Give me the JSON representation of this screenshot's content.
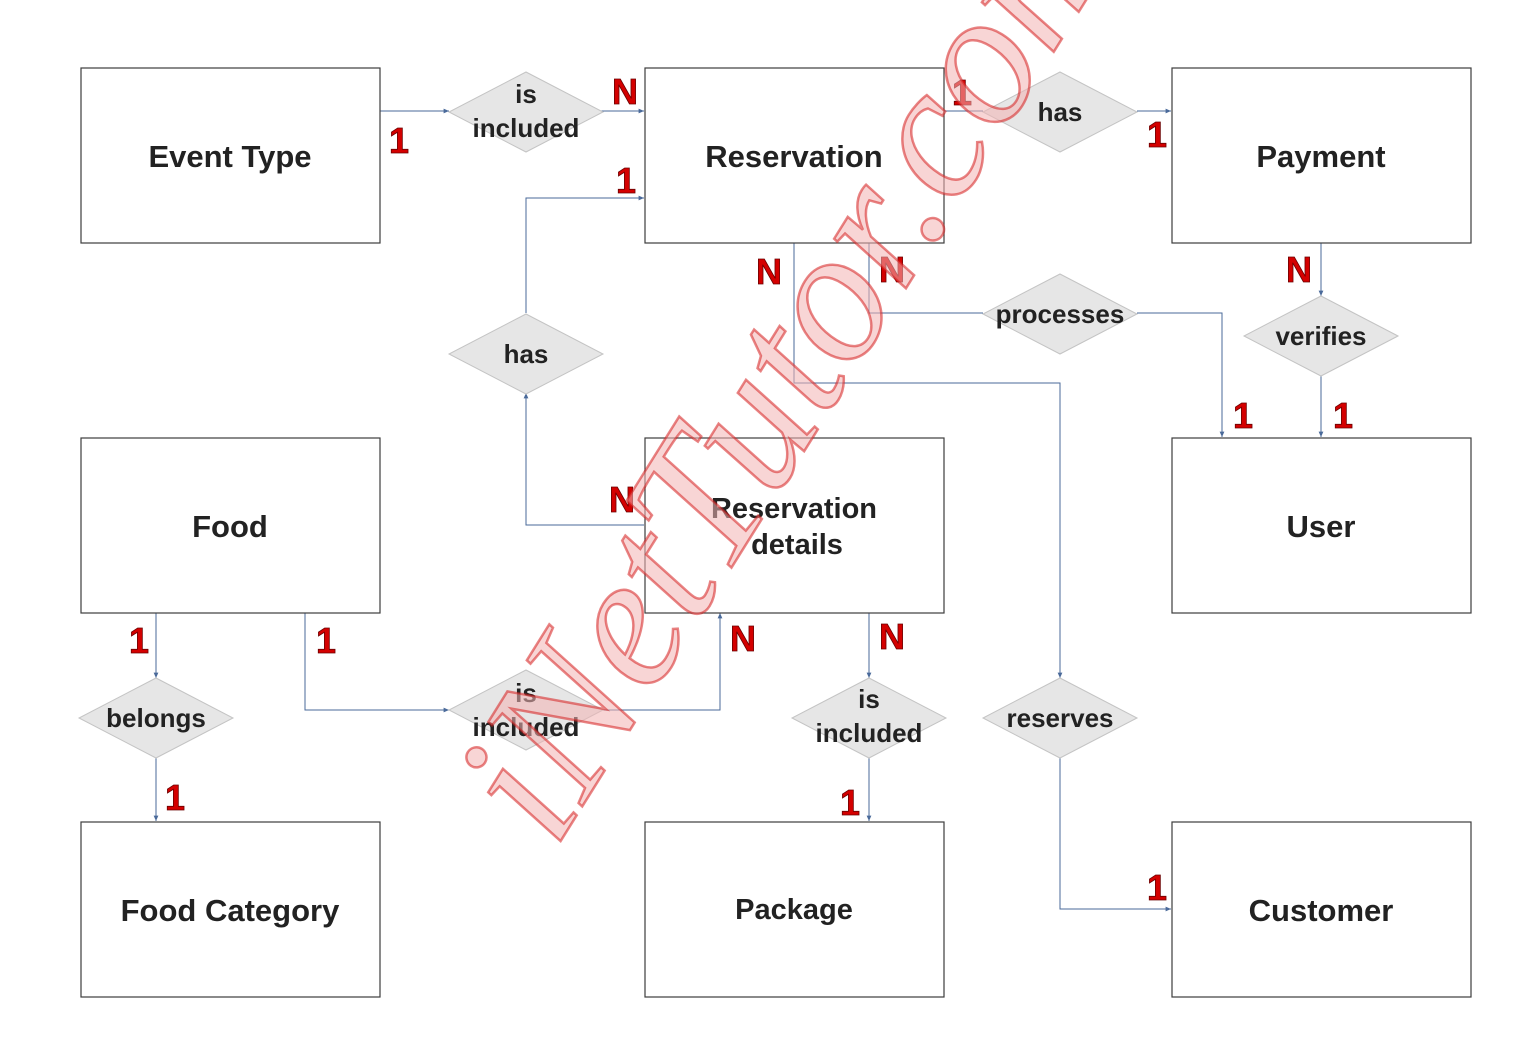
{
  "entities": {
    "event_type": "Event Type",
    "reservation": "Reservation",
    "payment": "Payment",
    "food": "Food",
    "reservation_details": [
      "Reservation",
      "details"
    ],
    "user": "User",
    "food_category": "Food Category",
    "package": "Package",
    "customer": "Customer"
  },
  "relationships": {
    "event_included": [
      "is",
      "included"
    ],
    "res_has_payment": "has",
    "details_has_res": "has",
    "processes": "processes",
    "verifies": "verifies",
    "belongs": "belongs",
    "food_included": [
      "is",
      "included"
    ],
    "package_included": [
      "is",
      "included"
    ],
    "reserves": "reserves"
  },
  "cardinalities": {
    "event_type_side": "1",
    "reservation_event_side": "N",
    "reservation_payment_side": "1",
    "payment_res_side": "1",
    "reservation_details_side": "1",
    "reservation_reserves_side": "N",
    "reservation_processes_side": "N",
    "payment_verifies_side": "N",
    "user_processes_side": "1",
    "user_verifies_side": "1",
    "details_has_side": "N",
    "food_belongs_side": "1",
    "food_included_side": "1",
    "details_food_side": "N",
    "details_package_side": "N",
    "food_category_side": "1",
    "package_side": "1",
    "customer_side": "1"
  },
  "watermark": "iNetTutor.com"
}
